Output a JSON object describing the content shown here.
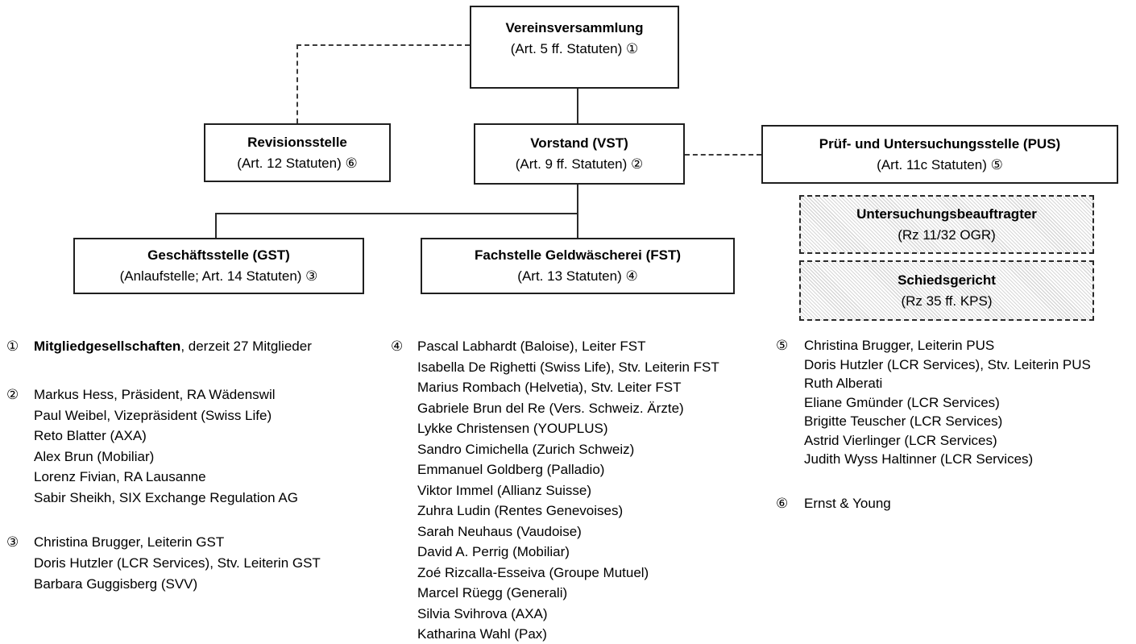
{
  "diagram": {
    "nodes": {
      "vereinsversammlung": {
        "title": "Vereinsversammlung",
        "subtitle": "(Art. 5 ff. Statuten) ①"
      },
      "revisionsstelle": {
        "title": "Revisionsstelle",
        "subtitle": "(Art. 12 Statuten) ⑥"
      },
      "vorstand": {
        "title": "Vorstand (VST)",
        "subtitle": "(Art. 9 ff. Statuten) ②"
      },
      "pus": {
        "title": "Prüf- und Untersuchungsstelle (PUS)",
        "subtitle": "(Art. 11c Statuten) ⑤"
      },
      "gst": {
        "title": "Geschäftsstelle (GST)",
        "subtitle": "(Anlaufstelle; Art. 14 Statuten) ③"
      },
      "fst": {
        "title": "Fachstelle Geldwäscherei (FST)",
        "subtitle": "(Art. 13 Statuten) ④"
      },
      "untersuchungsbeauftragter": {
        "title": "Untersuchungsbeauftragter",
        "subtitle": "(Rz 11/32 OGR)"
      },
      "schiedsgericht": {
        "title": "Schiedsgericht",
        "subtitle": "(Rz 35 ff. KPS)"
      }
    }
  },
  "footnotes": {
    "note1": {
      "marker": "①",
      "lead_bold": "Mitgliedgesellschaften",
      "lead_rest": ", derzeit 27 Mitglieder"
    },
    "note2": {
      "marker": "②",
      "lines": [
        "Markus Hess, Präsident, RA Wädenswil",
        "Paul Weibel, Vizepräsident (Swiss Life)",
        "Reto Blatter (AXA)",
        "Alex Brun (Mobiliar)",
        "Lorenz Fivian, RA Lausanne",
        "Sabir Sheikh, SIX Exchange Regulation AG"
      ]
    },
    "note3": {
      "marker": "③",
      "lines": [
        "Christina Brugger, Leiterin GST",
        "Doris Hutzler (LCR Services), Stv. Leiterin GST",
        "Barbara Guggisberg (SVV)"
      ]
    },
    "note4": {
      "marker": "④",
      "lines": [
        "Pascal Labhardt (Baloise), Leiter FST",
        "Isabella De Righetti (Swiss Life), Stv. Leiterin FST",
        "Marius Rombach (Helvetia), Stv. Leiter FST",
        "Gabriele Brun del Re (Vers. Schweiz. Ärzte)",
        "Lykke Christensen (YOUPLUS)",
        "Sandro Cimichella (Zurich Schweiz)",
        "Emmanuel Goldberg (Palladio)",
        "Viktor Immel (Allianz Suisse)",
        "Zuhra Ludin (Rentes Genevoises)",
        "Sarah Neuhaus (Vaudoise)",
        "David A. Perrig (Mobiliar)",
        "Zoé Rizcalla-Esseiva (Groupe Mutuel)",
        "Marcel Rüegg (Generali)",
        "Silvia Svihrova (AXA)",
        "Katharina Wahl (Pax)"
      ]
    },
    "note5": {
      "marker": "⑤",
      "lines": [
        "Christina Brugger, Leiterin PUS",
        "Doris Hutzler (LCR Services), Stv. Leiterin PUS",
        "Ruth Alberati",
        "Eliane Gmünder (LCR Services)",
        "Brigitte Teuscher (LCR Services)",
        "Astrid Vierlinger (LCR Services)",
        "Judith Wyss Haltinner (LCR Services)"
      ]
    },
    "note6": {
      "marker": "⑥",
      "lines": [
        "Ernst & Young"
      ]
    }
  },
  "colors": {
    "ink": "#000000",
    "background": "#ffffff",
    "hatch_fill": "#d7d7d7"
  }
}
